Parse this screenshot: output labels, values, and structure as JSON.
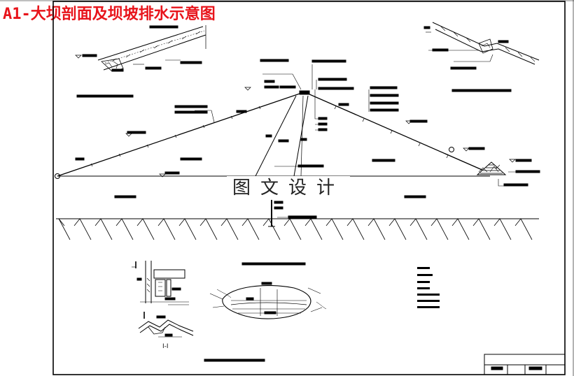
{
  "title": "A1-大坝剖面及坝坡排水示意图",
  "watermark": "图文设计",
  "section_mark": "I-I"
}
